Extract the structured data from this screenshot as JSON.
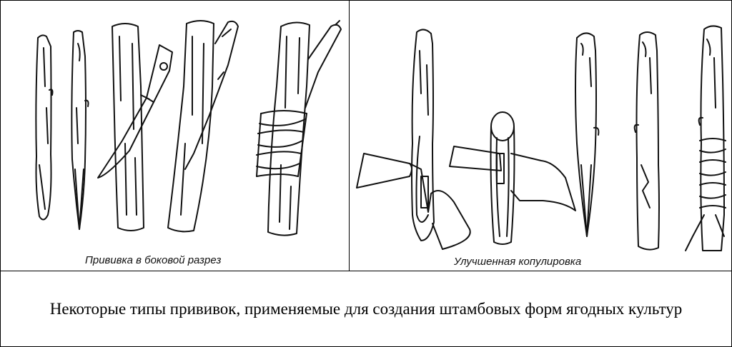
{
  "panels": [
    {
      "caption": "Прививка в боковой разрез"
    },
    {
      "caption": "Улучшенная копулировка"
    }
  ],
  "footer": {
    "text": "Некоторые типы прививок, применяемые для создания штамбовых форм ягодных культур"
  }
}
